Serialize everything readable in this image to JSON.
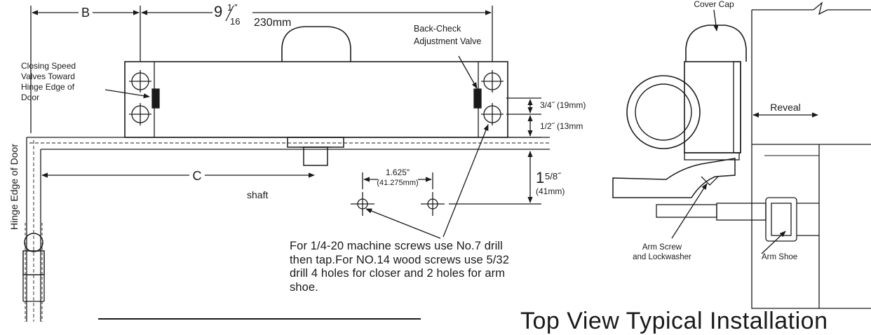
{
  "labels": {
    "dim_b": "B",
    "dim_width_whole": "9",
    "dim_width_frac_num": "1",
    "dim_width_frac_unit": "″",
    "dim_width_frac_den": "16",
    "dim_width_mm": "230mm",
    "back_check": "Back-Check",
    "adjustment_valve": "Adjustment Valve",
    "closing_speed_lines": [
      "Closing Speed",
      "Valves Toward",
      "Hinge Edge of",
      "Door"
    ],
    "dim_3_4": "3/4˝ (19mm)",
    "dim_1_2": "1/2˝ (13mm",
    "dim_c": "C",
    "shaft": "shaft",
    "dim_1625": "1.625\"",
    "dim_1625_mm": "(41.275mm)",
    "dim_158_whole": "1",
    "dim_158_frac": "5/8˝",
    "dim_158_mm": "(41mm)",
    "hinge_edge": "Hinge Edge of Door",
    "cover_cap": "Cover Cap",
    "reveal": "Reveal",
    "arm_screw_lines": [
      "Arm Screw",
      "and Lockwasher"
    ],
    "arm_shoe": "Arm Shoe"
  },
  "note_lines": [
    "For 1/4-20 machine screws use No.7 drill",
    "then  tap.For NO.14 wood screws use 5/32",
    "drill 4 holes for closer and 2 holes for arm",
    "shoe."
  ],
  "caption": "Top View Typical Installation"
}
